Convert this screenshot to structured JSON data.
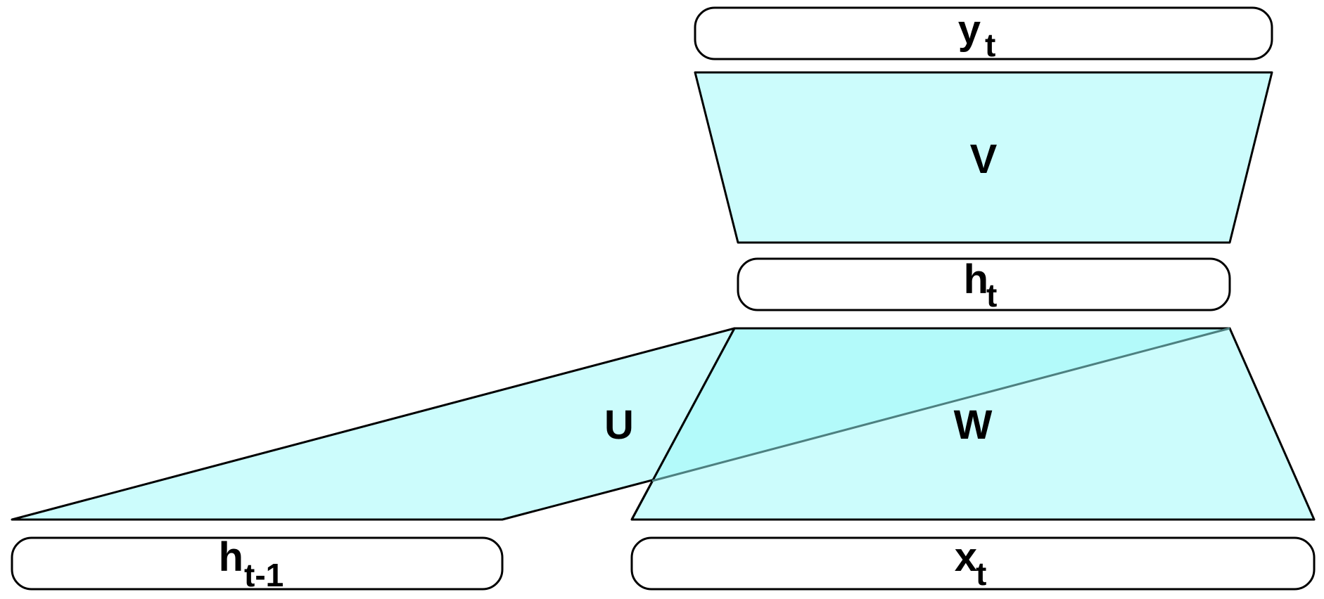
{
  "diagram": {
    "nodes": {
      "y_t": {
        "base": "y",
        "subscript": "t"
      },
      "h_t": {
        "base": "h",
        "subscript": "t"
      },
      "h_prev": {
        "base": "h",
        "subscript": "t-1"
      },
      "x_t": {
        "base": "x",
        "subscript": "t"
      }
    },
    "weights": {
      "V": "V",
      "U": "U",
      "W": "W"
    }
  },
  "colors": {
    "fill": "#ccfcfc",
    "overlap": "#b3fafa",
    "stroke": "#000000",
    "background": "#ffffff"
  }
}
